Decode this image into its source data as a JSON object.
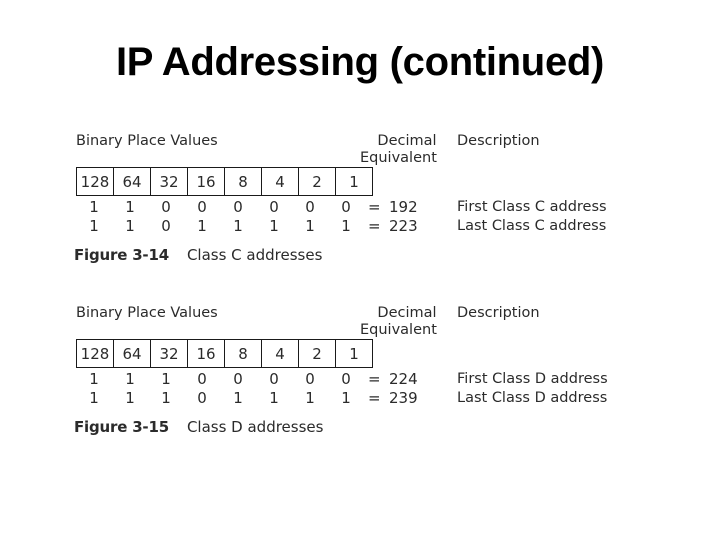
{
  "slide": {
    "title": "IP Addressing (continued)",
    "title_color": "#000000",
    "background_color": "#ffffff",
    "text_color": "#2b2b2b"
  },
  "column_headers": {
    "binary": "Binary Place Values",
    "decimal_line1": "Decimal",
    "decimal_line2": "Equivalent",
    "description": "Description"
  },
  "place_values": [
    "128",
    "64",
    "32",
    "16",
    "8",
    "4",
    "2",
    "1"
  ],
  "equals_symbol": "=",
  "figures": [
    {
      "caption_label": "Figure 3-14",
      "caption_text": "Class C addresses",
      "rows": [
        {
          "bits": [
            "1",
            "1",
            "0",
            "0",
            "0",
            "0",
            "0",
            "0"
          ],
          "decimal": "192",
          "description": "First Class C address"
        },
        {
          "bits": [
            "1",
            "1",
            "0",
            "1",
            "1",
            "1",
            "1",
            "1"
          ],
          "decimal": "223",
          "description": "Last Class C address"
        }
      ]
    },
    {
      "caption_label": "Figure 3-15",
      "caption_text": "Class D addresses",
      "rows": [
        {
          "bits": [
            "1",
            "1",
            "1",
            "0",
            "0",
            "0",
            "0",
            "0"
          ],
          "decimal": "224",
          "description": "First Class D address"
        },
        {
          "bits": [
            "1",
            "1",
            "1",
            "0",
            "1",
            "1",
            "1",
            "1"
          ],
          "decimal": "239",
          "description": "Last Class D address"
        }
      ]
    }
  ]
}
